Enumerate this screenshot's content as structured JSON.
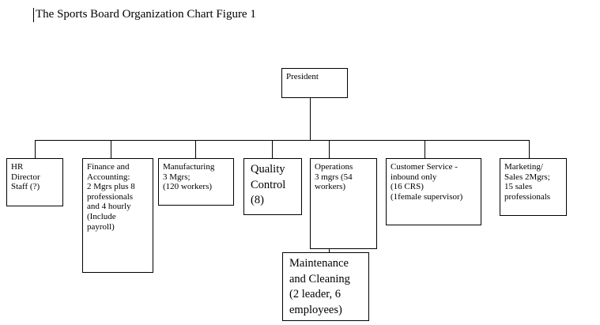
{
  "document": {
    "title": "The Sports Board Organization Chart Figure 1"
  },
  "nodes": {
    "president": "President",
    "hr": "HR\nDirector\nStaff  (?)",
    "finance": "Finance and\nAccounting:\n2 Mgrs plus 8\nprofessionals\nand 4 hourly\n(Include\npayroll)",
    "manufacturing": "Manufacturing\n3 Mgrs;\n(120 workers)",
    "quality": "Quality\nControl\n(8)",
    "operations": "Operations\n3 mgrs   (54\nworkers)",
    "customer_service": "Customer Service  -\ninbound only\n(16 CRS)\n(1female supervisor)",
    "marketing": "Marketing/\nSales 2Mgrs;\n15 sales\nprofessionals",
    "maintenance": "Maintenance\nand Cleaning\n(2 leader, 6\nemployees)"
  }
}
